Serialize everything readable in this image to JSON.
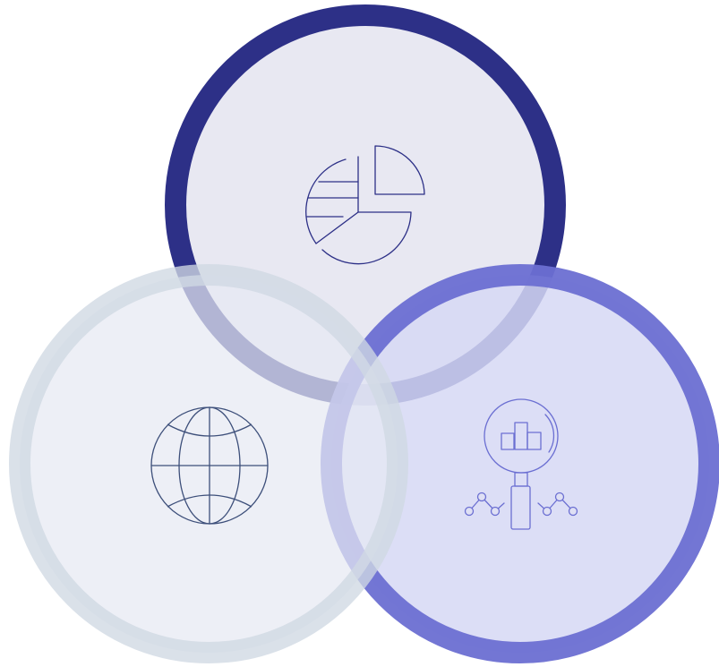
{
  "diagram": {
    "circles": [
      {
        "id": "top",
        "ring_color": "#2d3087",
        "fill_color": "#e8e8f2",
        "icon": "pie-chart-icon",
        "icon_color": "#2d3087"
      },
      {
        "id": "left",
        "ring_color": "#d0d8e3",
        "fill_color": "#e8eaf2",
        "icon": "globe-icon",
        "icon_color": "#3d4f7a"
      },
      {
        "id": "right",
        "ring_color": "#6b6fd2",
        "fill_color": "#dfe0f4",
        "icon": "analytics-magnifier-icon",
        "icon_color": "#6b6fd2"
      }
    ]
  }
}
